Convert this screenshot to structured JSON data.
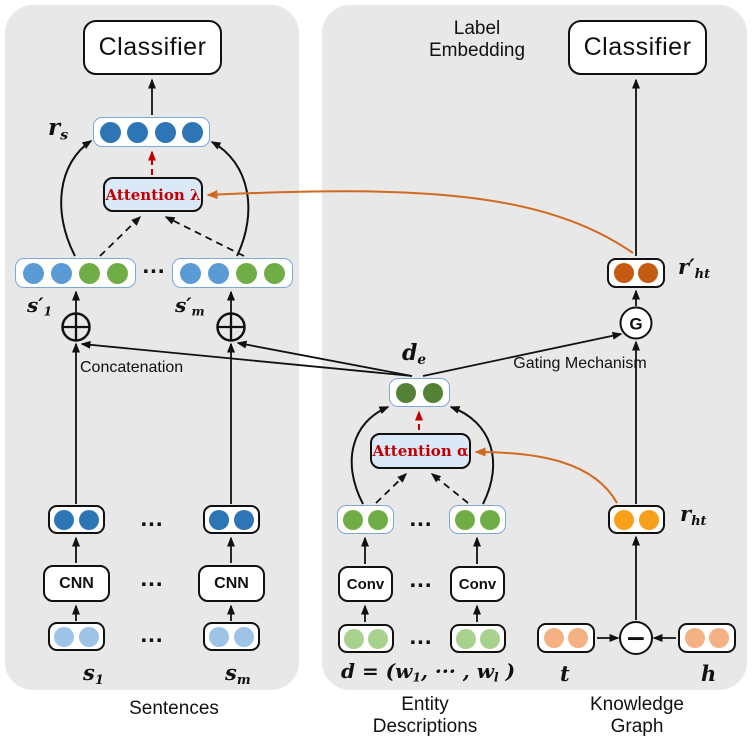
{
  "colors": {
    "blue_dark": "#2e75b6",
    "blue": "#5b9bd5",
    "blue_light": "#9dc3e6",
    "green": "#70ad47",
    "green_dark": "#538135",
    "green_light": "#a9d18e",
    "orange": "#f9a01b",
    "orange_dark": "#c55a11",
    "orange_light": "#f4b183",
    "red_accent": "#c00000",
    "orange_arrow": "#d2691e",
    "attention_bg": "#dbe9f7",
    "panel_bg": "#e8e8e8",
    "vector_border": "#7da7d9"
  },
  "left_panel": {
    "caption": "Sentences",
    "classifier": "Classifier",
    "attention": "Attention λ",
    "concatenation": "Concatenation",
    "cnn": "CNN",
    "ellipsis": "...",
    "labels": {
      "rs": {
        "base": "r",
        "sub": "s"
      },
      "s1_prime": {
        "base": "s′",
        "sub": "1"
      },
      "sm_prime": {
        "base": "s′",
        "sub": "m"
      },
      "s1": {
        "base": "s",
        "sub": "1"
      },
      "sm": {
        "base": "s",
        "sub": "m"
      }
    }
  },
  "right_panel": {
    "label_embedding": "Label Embedding",
    "classifier": "Classifier",
    "gate_symbol": "G",
    "gating": "Gating Mechanism",
    "attention": "Attention α",
    "conv": "Conv",
    "minus_symbol": "−",
    "ellipsis": "...",
    "entity_caption": "Entity Descriptions",
    "kg_caption": "Knowledge Graph",
    "labels": {
      "de": {
        "base": "d",
        "sub": "e"
      },
      "rht": {
        "base": "r",
        "sub": "ht"
      },
      "rht_prime": {
        "base": "r′",
        "sub": "ht"
      },
      "t": {
        "base": "t",
        "sub": ""
      },
      "h": {
        "base": "h",
        "sub": ""
      },
      "d_seq": {
        "p1": "d = (w",
        "s1": "1",
        "p2": ", ··· , w",
        "s2": "l",
        "p3": " )"
      }
    }
  },
  "vectors": {
    "rs": [
      "blue_dark",
      "blue_dark",
      "blue_dark",
      "blue_dark"
    ],
    "s1_prime": [
      "blue",
      "blue",
      "green",
      "green"
    ],
    "sm_prime": [
      "blue",
      "blue",
      "green",
      "green"
    ],
    "s1_enc": [
      "blue_dark",
      "blue_dark"
    ],
    "sm_enc": [
      "blue_dark",
      "blue_dark"
    ],
    "s1_in": [
      "blue_light",
      "blue_light"
    ],
    "sm_in": [
      "blue_light",
      "blue_light"
    ],
    "de": [
      "green_dark",
      "green_dark"
    ],
    "w1_enc": [
      "green",
      "green"
    ],
    "wl_enc": [
      "green",
      "green"
    ],
    "w1_in": [
      "green_light",
      "green_light"
    ],
    "wl_in": [
      "green_light",
      "green_light"
    ],
    "rht": [
      "orange",
      "orange"
    ],
    "rht_prime": [
      "orange_dark",
      "orange_dark"
    ],
    "t": [
      "orange_light",
      "orange_light"
    ],
    "h": [
      "orange_light",
      "orange_light"
    ]
  }
}
